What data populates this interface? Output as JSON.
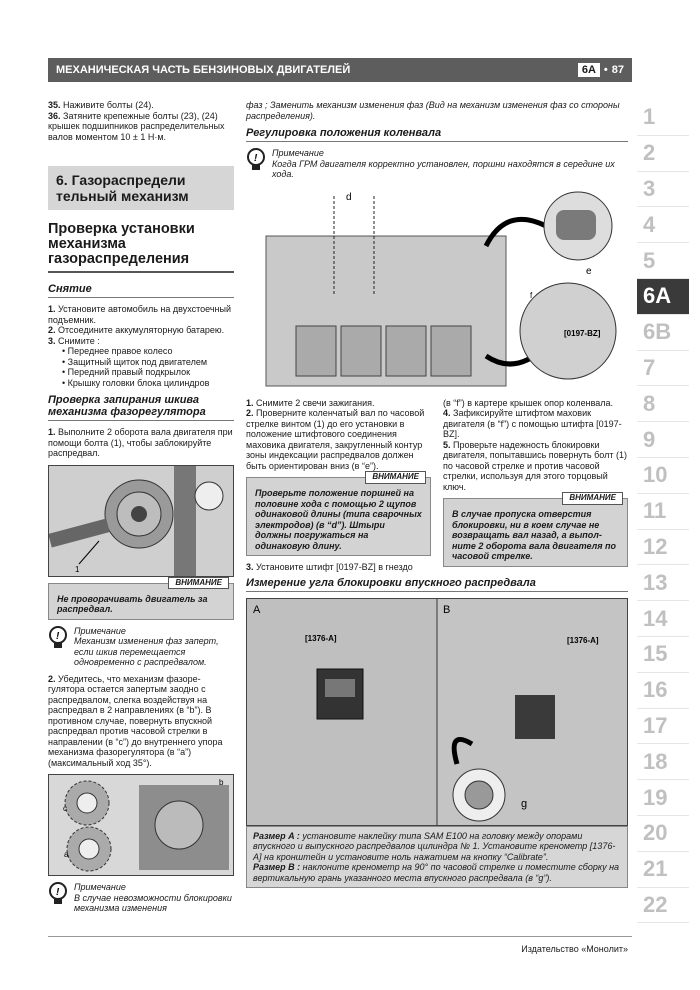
{
  "header": {
    "title": "МЕХАНИЧЕСКАЯ ЧАСТЬ БЕНЗИНОВЫХ ДВИГАТЕЛЕЙ",
    "chapter": "6A",
    "bullet": "•",
    "page": "87"
  },
  "side_tabs": [
    "1",
    "2",
    "3",
    "4",
    "5",
    "6A",
    "6B",
    "7",
    "8",
    "9",
    "10",
    "11",
    "12",
    "13",
    "14",
    "15",
    "16",
    "17",
    "18",
    "19",
    "20",
    "21",
    "22"
  ],
  "col1": {
    "step35_num": "35.",
    "step35": " Наживите болты (24).",
    "step36_num": "36.",
    "step36": " Затяните крепежные болты (23), (24) крышек подшипников распредели­тельных валов моментом 10 ± 1 Н·м.",
    "section": "6. Газораспредели тельный механизм",
    "heading": "Проверка установки механизма газораспределения",
    "removal": "Снятие",
    "s1_num": "1.",
    "s1": " Установите автомобиль на двухсто­ечный подъемник.",
    "s2_num": "2.",
    "s2": " Отсоедините аккумуляторную ба­тарею.",
    "s3_num": "3.",
    "s3": " Снимите :",
    "sub": [
      "Переднее правое колесо",
      "Защитный щиток под двигателем",
      "Передний правый подкрылок",
      "Крышку головки блока цилиндров"
    ],
    "pulley_heading": "Проверка запирания шкива механизма фазорегулятора",
    "p1_num": "1.",
    "p1": " Выполните 2 оборота вала двигате­ля при помощи болта (1), чтобы заблоки­руйте распредвал.",
    "fig1_label": "1",
    "warn_tag": "ВНИМАНИЕ",
    "warn1": "Не проворачивать двигатель за распредвал.",
    "note_title": "Примечание",
    "note1": "Механизм изменения фаз за­перт, если шкив перемещается одновременно с распредвалом.",
    "p2_num": "2.",
    "p2": " Убедитесь, что механизм фазоре­гулятора остается запертым заодно с распредвалом, слегка воздействуя на распредвал в 2 направлениях (в “b”). В противном случае, повернуть впуск­ной распредвал против часовой стрел­ки в направлении (в “c”) до внутренне­го упора механизма фазорегулятора (в “a”) (максимальный ход 35°).",
    "fig2_labels": [
      "c",
      "a",
      "b"
    ],
    "note2": "В случае невозможности бло­кировки механизма изменения"
  },
  "col2": {
    "cont": "фаз ; Заменить механизм изменения фаз (Вид на механизм изменения фаз со стороны распределения).",
    "crank_heading": "Регулировка положения коленвала",
    "note_title": "Примечание",
    "note_crank": "Когда ГРМ двигателя корректно установлен, поршни находятся в середи­не их хода.",
    "fig_labels": {
      "d": "d",
      "e": "e",
      "f": "f",
      "tool": "[0197-BZ]"
    },
    "l1_num": "1.",
    "l1": " Снимите 2 свечи зажигания.",
    "l2_num": "2.",
    "l2": " Проверните коленчатый вал по часо­вой стрелке винтом (1) до его установ­ки в положение штифтового соединения маховика двигателя, закругленный кон­тур зоны индексации распредвалов дол­жен быть ориентирован вниз (в “e”).",
    "warn_tag": "ВНИМАНИЕ",
    "warn2": "Проверьте положение порш­ней на половине хода с помощью 2 щупов одинаковой длины (типа сварочных электродов) (в “d”). Штыри должны погружаться на одинаковую длину.",
    "l3_num": "3.",
    "l3": " Установите штифт [0197-BZ] в гнездо",
    "r1": "(в “f”) в картере крышек опор коленвала.",
    "r4_num": "4.",
    "r4": " Зафиксируйте штифтом маховик двигателя (в “f”) с помощью штифта [0197-BZ].",
    "r5_num": "5.",
    "r5": " Проверьте надежность блокиров­ки двигателя, попытавшись повернуть болт (1) по часовой стрелке и против часовой стрелки, используя для этого торцовый ключ.",
    "warn3": "В случае пропуска отверстия блокировки, ни в коем случае не возвращать вал назад, а выпол­ните 2 оборота вала двигателя по часовой стрелке.",
    "angle_heading": "Измерение угла блокировки впускного распредвала",
    "figA": "A",
    "figB": "B",
    "tool2": "[1376-A]",
    "g": "g",
    "capA_bold": "Размер A :",
    "capA": " установите наклейку типа SAM E100 на головку между опорами впускного и выпускного распредвалов цилиндра № 1. Установите кренометр [1376-A] на кронштейн и установите ноль нажатием на кнопку “Calibrate”.",
    "capB_bold": "Размер B :",
    "capB": " наклоните кренометр на 90° по часовой стрелке и поместите сборку на вертикальную грань указанного места впускного распредвала (в “g”)."
  },
  "footer": {
    "publisher": "Издательство «Монолит»"
  }
}
